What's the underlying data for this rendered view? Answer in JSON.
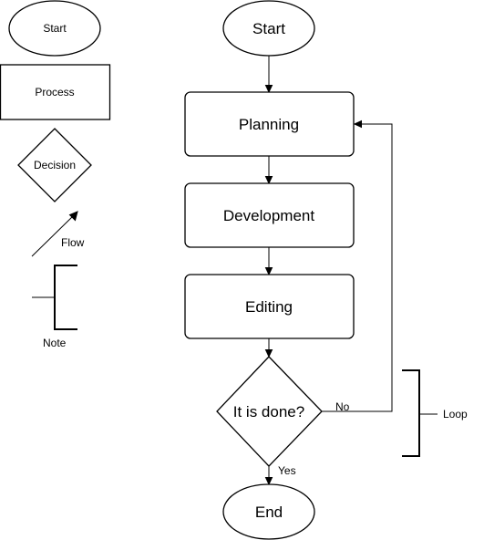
{
  "legend": {
    "start": "Start",
    "process": "Process",
    "decision": "Decision",
    "flow": "Flow",
    "note": "Note"
  },
  "flowchart": {
    "start": "Start",
    "planning": "Planning",
    "development": "Development",
    "editing": "Editing",
    "decision": "It is done?",
    "end": "End",
    "no_label": "No",
    "yes_label": "Yes",
    "loop_label": "Loop"
  }
}
